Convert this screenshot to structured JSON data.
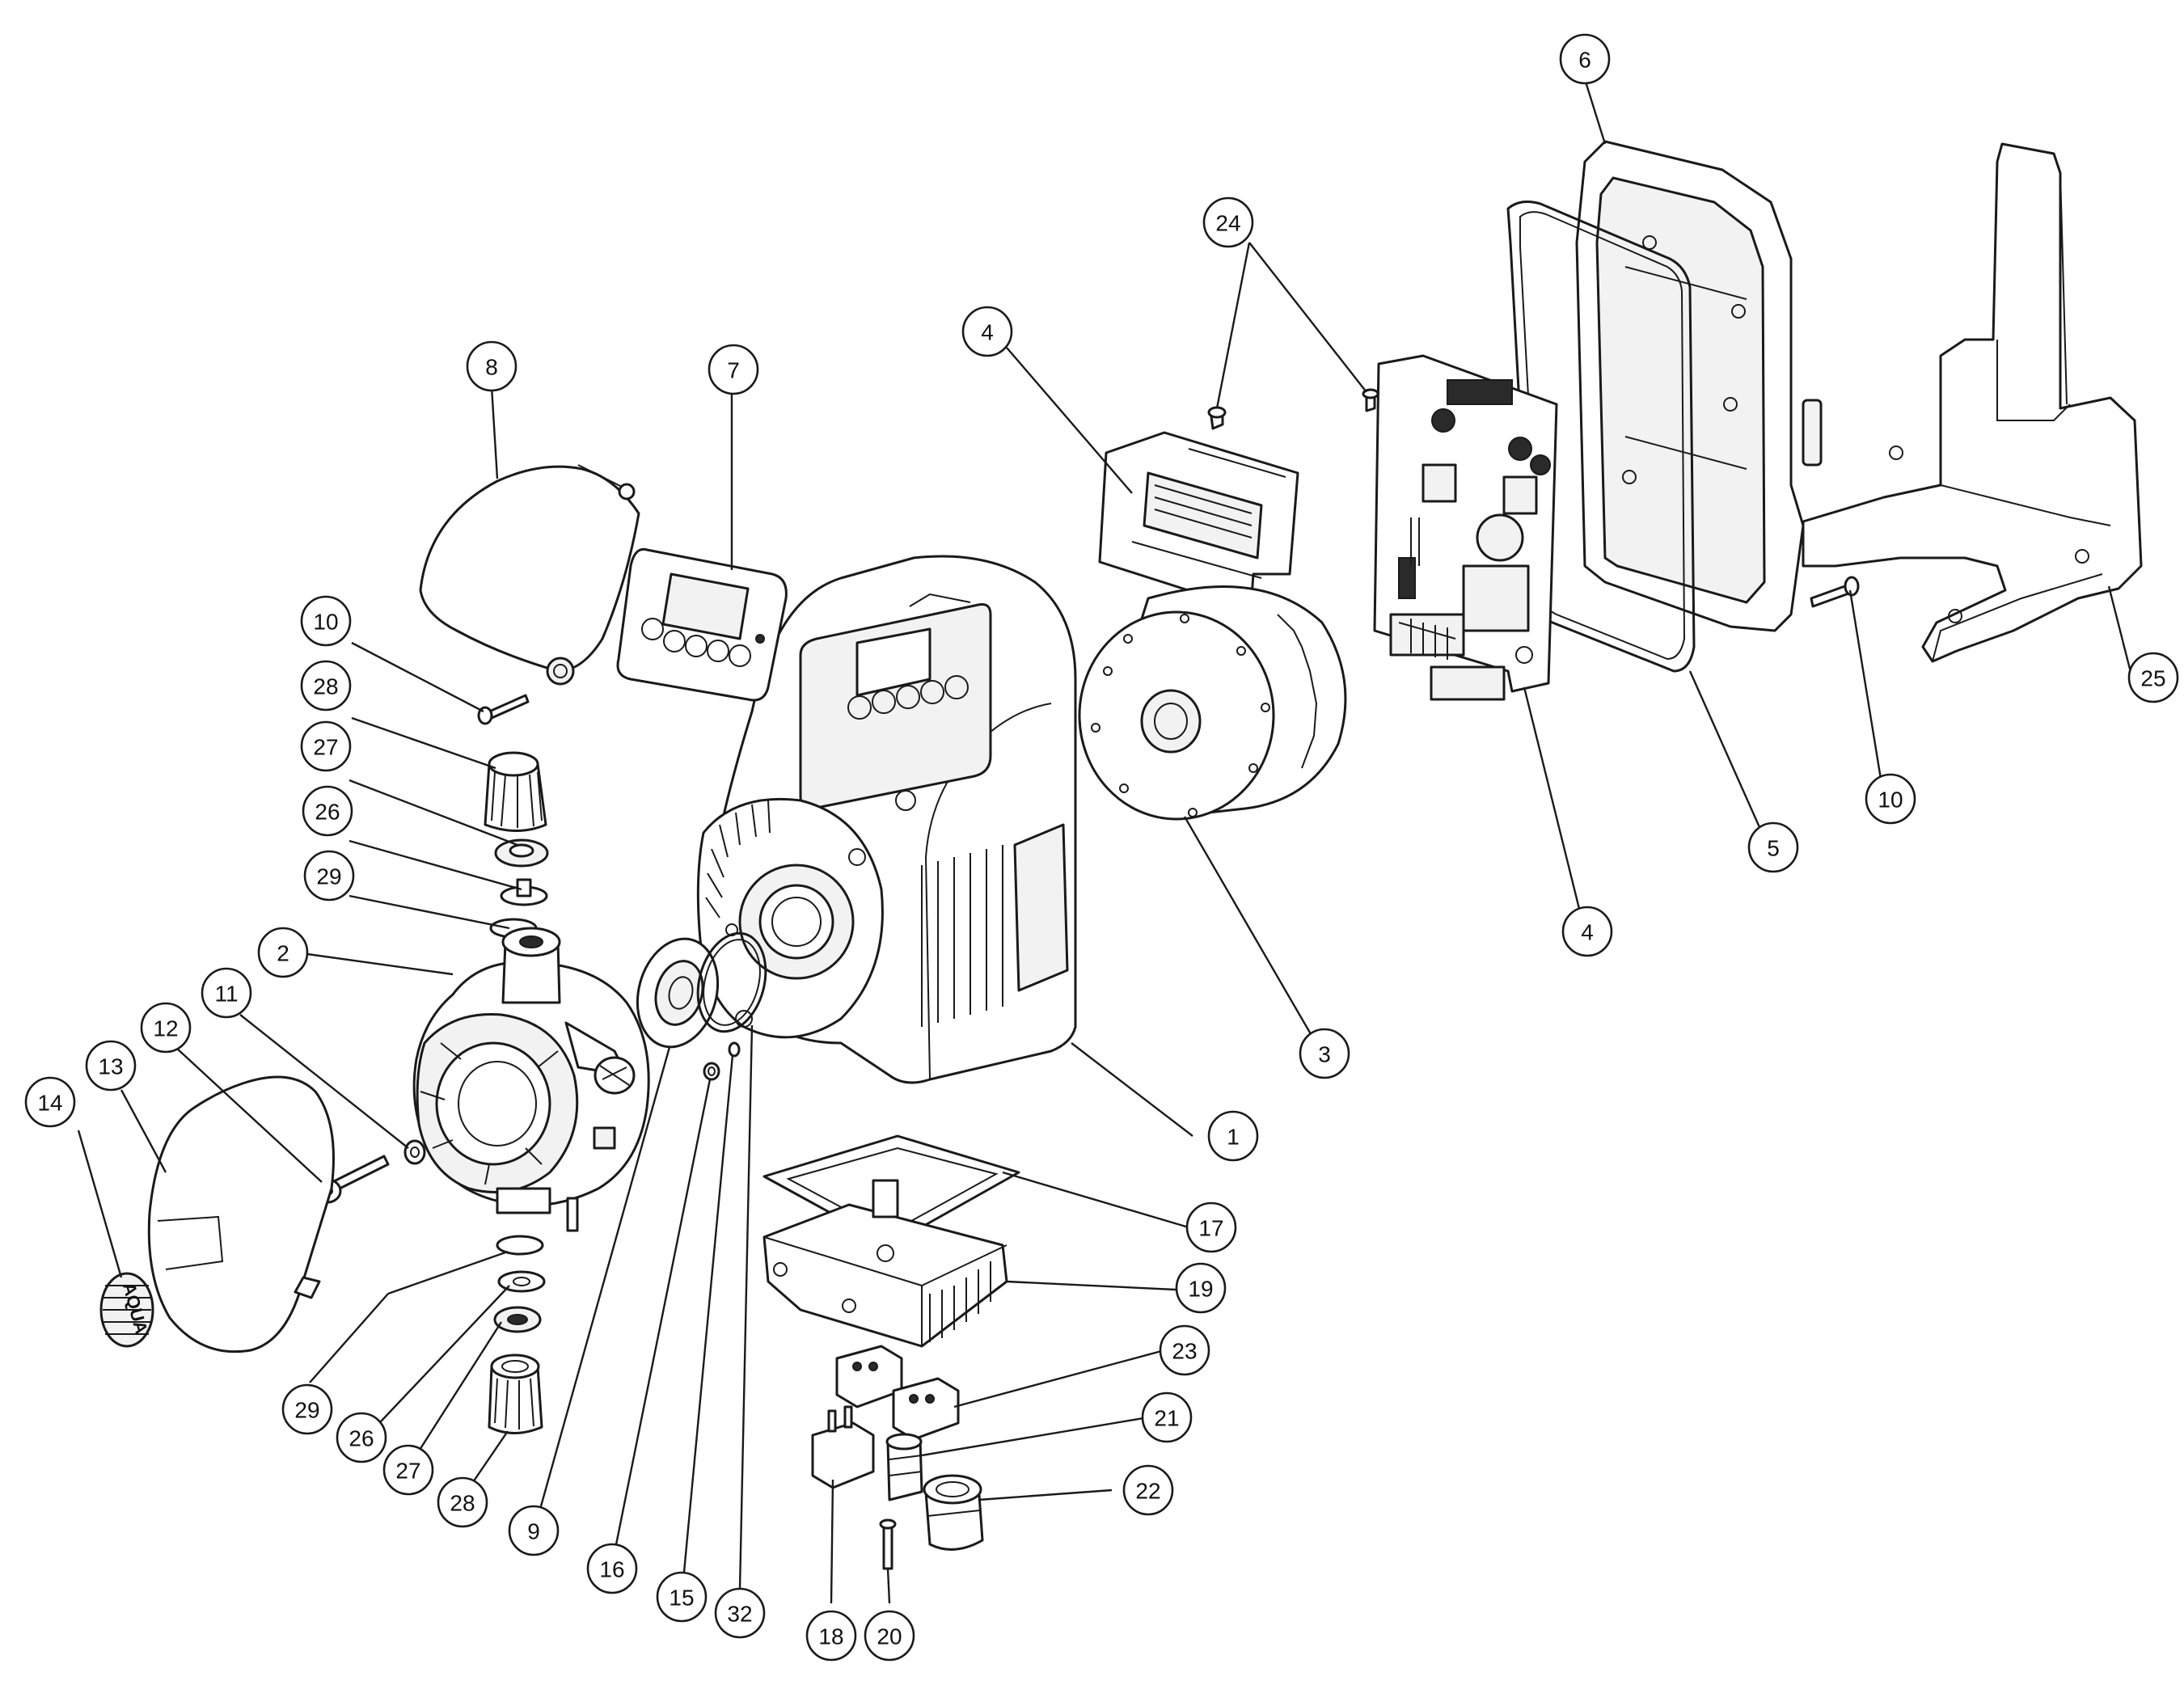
{
  "callouts": [
    {
      "label": "6"
    },
    {
      "label": "24"
    },
    {
      "label": "4"
    },
    {
      "label": "8"
    },
    {
      "label": "7"
    },
    {
      "label": "10"
    },
    {
      "label": "28"
    },
    {
      "label": "27"
    },
    {
      "label": "26"
    },
    {
      "label": "29"
    },
    {
      "label": "2"
    },
    {
      "label": "11"
    },
    {
      "label": "12"
    },
    {
      "label": "13"
    },
    {
      "label": "14"
    },
    {
      "label": "25"
    },
    {
      "label": "10"
    },
    {
      "label": "5"
    },
    {
      "label": "4"
    },
    {
      "label": "3"
    },
    {
      "label": "1"
    },
    {
      "label": "17"
    },
    {
      "label": "19"
    },
    {
      "label": "23"
    },
    {
      "label": "21"
    },
    {
      "label": "22"
    },
    {
      "label": "29"
    },
    {
      "label": "26"
    },
    {
      "label": "27"
    },
    {
      "label": "28"
    },
    {
      "label": "9"
    },
    {
      "label": "16"
    },
    {
      "label": "15"
    },
    {
      "label": "32"
    },
    {
      "label": "18"
    },
    {
      "label": "20"
    }
  ],
  "front_cover_logo": "AQUA"
}
